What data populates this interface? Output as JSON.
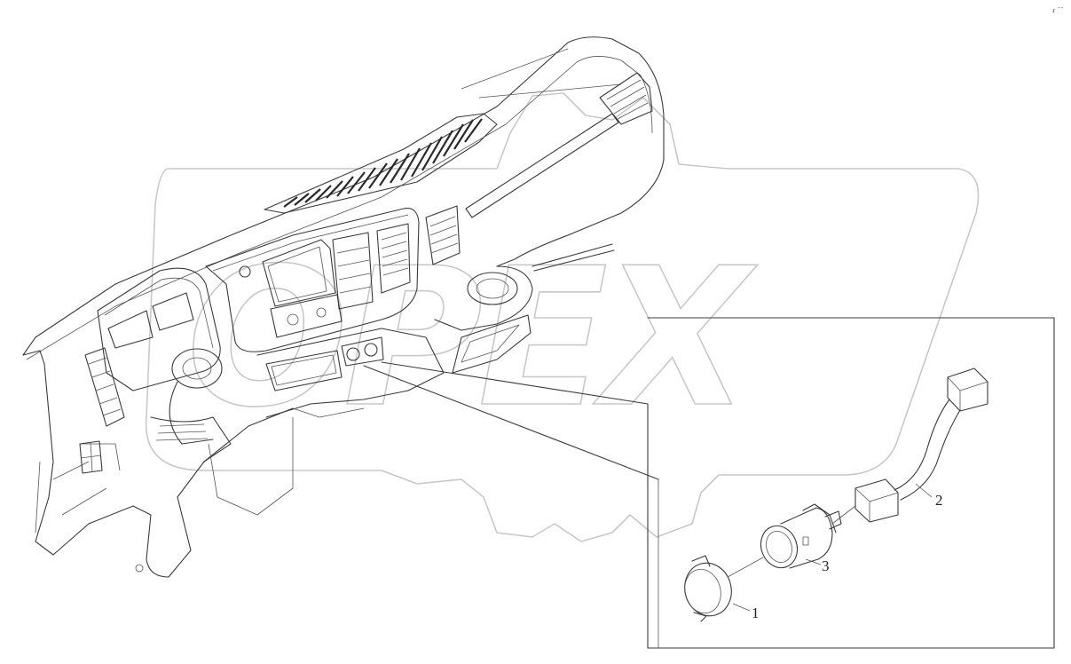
{
  "diagram": {
    "corner_mark": "ɾ ˉˉ",
    "watermark": {
      "text": "OPEX"
    },
    "callouts": [
      {
        "number": "1",
        "part": "cap"
      },
      {
        "number": "2",
        "part": "wire-harness-connector"
      },
      {
        "number": "3",
        "part": "socket-body"
      }
    ],
    "colors": {
      "line": "#3a3a3a",
      "watermark": "#c8c8c8",
      "background": "#ffffff"
    }
  }
}
